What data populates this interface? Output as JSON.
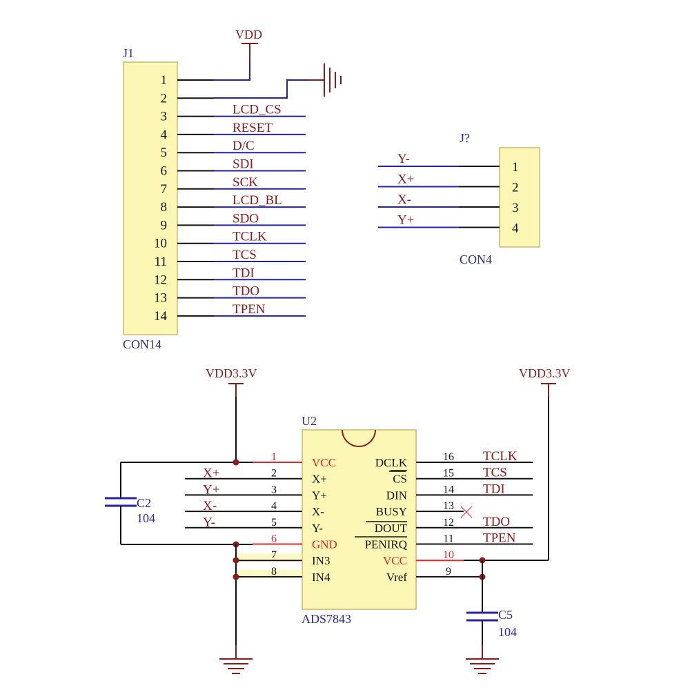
{
  "colors": {
    "wire": "#2222a8",
    "pin": "#111111",
    "power": "#8b1a1a",
    "label": "#8b1a1a",
    "designator": "#2b2b8f",
    "body_fill": "#fdf7b5",
    "body_stroke": "#c8b870",
    "power_pin": "#e8232a"
  },
  "j1": {
    "designator": "J1",
    "value": "CON14",
    "power_label": "VDD",
    "pins": [
      "1",
      "2",
      "3",
      "4",
      "5",
      "6",
      "7",
      "8",
      "9",
      "10",
      "11",
      "12",
      "13",
      "14"
    ],
    "nets": [
      "",
      "",
      "LCD_CS",
      "RESET",
      "D/C",
      "SDI",
      "SCK",
      "LCD_BL",
      "SDO",
      "TCLK",
      "TCS",
      "TDI",
      "TDO",
      "TPEN"
    ]
  },
  "j2": {
    "designator": "J?",
    "value": "CON4",
    "pins": [
      "1",
      "2",
      "3",
      "4"
    ],
    "nets": [
      "Y-",
      "X+",
      "X-",
      "Y+"
    ]
  },
  "u2": {
    "designator": "U2",
    "value": "ADS7843",
    "left_pins": [
      {
        "num": "1",
        "name": "VCC",
        "net": ""
      },
      {
        "num": "2",
        "name": "X+",
        "net": "X+"
      },
      {
        "num": "3",
        "name": "Y+",
        "net": "Y+"
      },
      {
        "num": "4",
        "name": "X-",
        "net": "X-"
      },
      {
        "num": "5",
        "name": "Y-",
        "net": "Y-"
      },
      {
        "num": "6",
        "name": "GND",
        "net": ""
      },
      {
        "num": "7",
        "name": "IN3",
        "net": ""
      },
      {
        "num": "8",
        "name": "IN4",
        "net": ""
      }
    ],
    "right_pins": [
      {
        "num": "16",
        "name": "DCLK",
        "net": "TCLK"
      },
      {
        "num": "15",
        "name": "CS",
        "net": "TCS"
      },
      {
        "num": "14",
        "name": "DIN",
        "net": "TDI"
      },
      {
        "num": "13",
        "name": "BUSY",
        "net": ""
      },
      {
        "num": "12",
        "name": "DOUT",
        "net": "TDO"
      },
      {
        "num": "11",
        "name": "PENIRQ",
        "net": "TPEN"
      },
      {
        "num": "10",
        "name": "VCC",
        "net": ""
      },
      {
        "num": "9",
        "name": "Vref",
        "net": ""
      }
    ],
    "power_left": "VDD3.3V",
    "power_right": "VDD3.3V"
  },
  "c2": {
    "designator": "C2",
    "value": "104"
  },
  "c5": {
    "designator": "C5",
    "value": "104"
  }
}
